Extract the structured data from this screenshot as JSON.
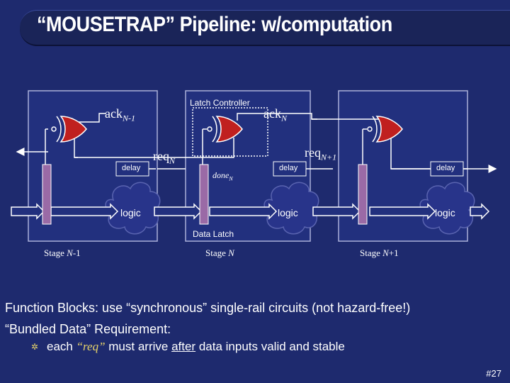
{
  "slide": {
    "title": "“MOUSETRAP” Pipeline:  w/computation",
    "page_number": "#27"
  },
  "diagram": {
    "latch_controller_label": "Latch Controller",
    "data_latch_label": "Data Latch",
    "ack_n_minus_1": {
      "base": "ack",
      "sub": "N-1"
    },
    "ack_n": {
      "base": "ack",
      "sub": "N"
    },
    "req_n": {
      "base": "req",
      "sub": "N"
    },
    "req_n_plus_1": {
      "base": "req",
      "sub": "N+1"
    },
    "done_n": {
      "base": "done",
      "sub": "N"
    },
    "delay_label": "delay",
    "logic_label": "logic",
    "stages": [
      {
        "prefix": "Stage ",
        "var": "N",
        "suffix": "-1"
      },
      {
        "prefix": "Stage ",
        "var": "N",
        "suffix": ""
      },
      {
        "prefix": "Stage ",
        "var": "N",
        "suffix": "+1"
      }
    ]
  },
  "notes": {
    "line1_prefix": "Function Blocks:  use “synchronous” single-rail circuits (not hazard-free!)",
    "line2": "“Bundled Data” Requirement:",
    "bullet_pre": "each ",
    "bullet_req": "“req”",
    "bullet_mid": " must arrive ",
    "bullet_after": "after",
    "bullet_post": " data inputs valid and stable"
  },
  "colors": {
    "background": "#1e2a6e",
    "stage_fill": "#22307e",
    "gate_red": "#c0201f",
    "latch_purple": "#9a6aa6",
    "cloud_fill": "#28348a",
    "text": "#ffffff"
  }
}
